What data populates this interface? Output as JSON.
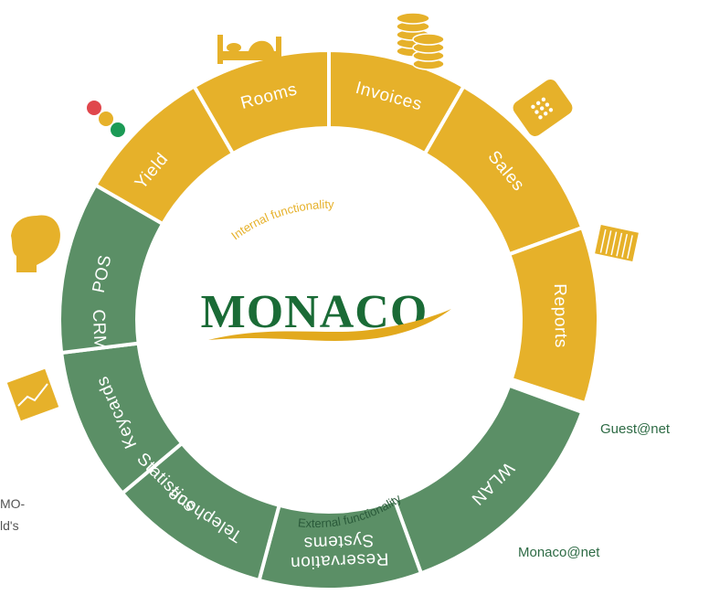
{
  "colors": {
    "internal": "#e6b12a",
    "external": "#5b8f66",
    "logo": "#1a6b36",
    "swoosh": "#e2a91d",
    "side_text": "#2e6b45"
  },
  "logo": {
    "text": "MONACO"
  },
  "internal": {
    "caption": "Internal functionality",
    "segments": [
      {
        "label": "Statistics",
        "icon": "rising-chart-icon"
      },
      {
        "label": "CRM",
        "icon": "head-silhouette-icon"
      },
      {
        "label": "Yield",
        "icon": "traffic-light-dots-icon"
      },
      {
        "label": "Rooms",
        "icon": "bed-icon"
      },
      {
        "label": "Invoices",
        "icon": "coin-stack-icon"
      },
      {
        "label": "Sales",
        "icon": "card-terminal-icon"
      },
      {
        "label": "Reports",
        "icon": "document-stack-icon"
      }
    ]
  },
  "external": {
    "caption": "External functionality",
    "segments": [
      {
        "label": "WLAN"
      },
      {
        "label": "Reservation Systems"
      },
      {
        "label": "Telephone"
      },
      {
        "label": "Keycards"
      },
      {
        "label": "POS"
      }
    ]
  },
  "side_labels": {
    "guest": "Guest@net",
    "monaco": "Monaco@net"
  },
  "clipped_text": {
    "line1": "MO-",
    "line2": "ld's"
  }
}
